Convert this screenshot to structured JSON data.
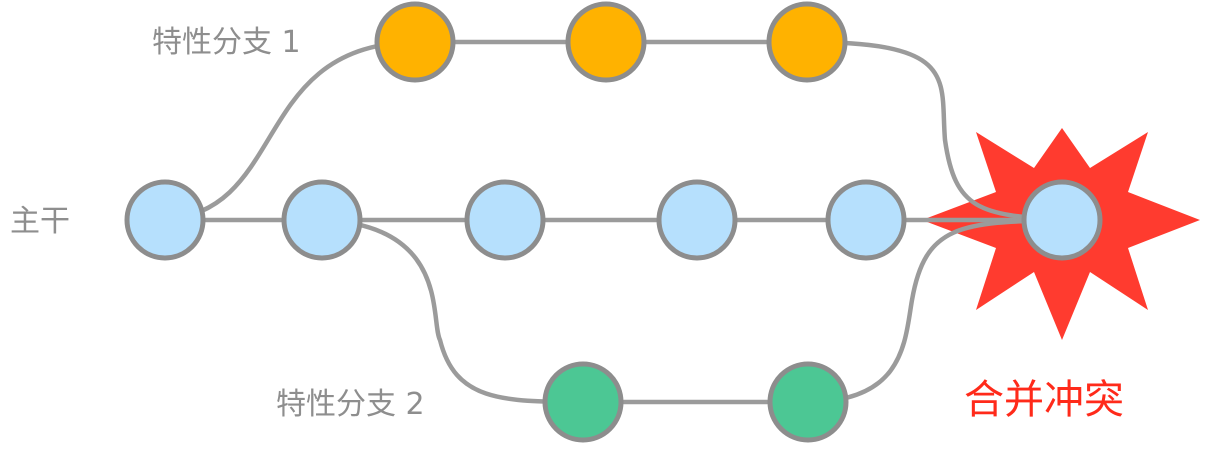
{
  "labels": {
    "feature1": "特性分支 1",
    "trunk": "主干",
    "feature2": "特性分支 2",
    "conflict": "合并冲突"
  },
  "colors": {
    "feature1_node": "#ffb200",
    "trunk_node": "#b6e0fd",
    "feature2_node": "#4cc794",
    "conflict_burst": "#ff3b2f",
    "edge": "#9b9b9b",
    "node_stroke": "#8d8d8d",
    "label_text": "#8e8e8e",
    "conflict_text": "#ff2a1a"
  }
}
